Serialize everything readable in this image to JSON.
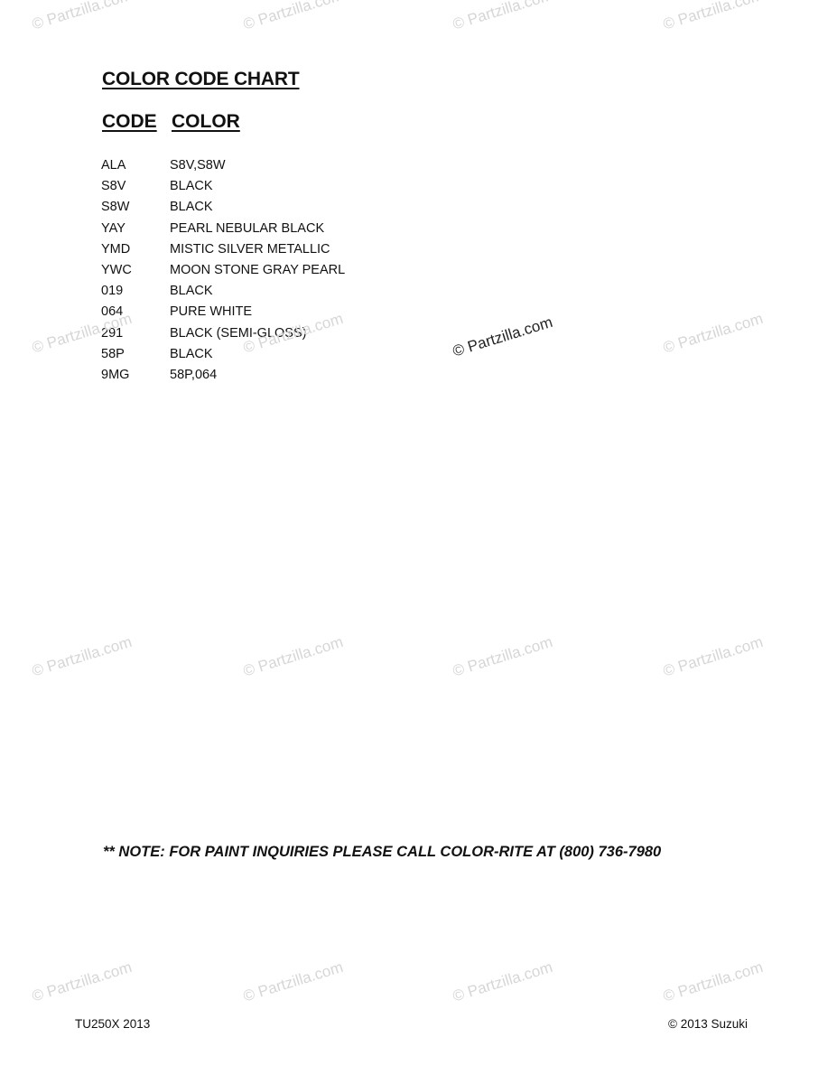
{
  "title": "COLOR CODE CHART",
  "headers": {
    "code": "CODE",
    "color": "COLOR"
  },
  "rows": [
    {
      "code": "ALA",
      "color": "S8V,S8W"
    },
    {
      "code": "S8V",
      "color": "BLACK"
    },
    {
      "code": "S8W",
      "color": "BLACK"
    },
    {
      "code": "YAY",
      "color": "PEARL NEBULAR BLACK"
    },
    {
      "code": "YMD",
      "color": "MISTIC SILVER METALLIC"
    },
    {
      "code": "YWC",
      "color": "MOON STONE GRAY PEARL"
    },
    {
      "code": "019",
      "color": "BLACK"
    },
    {
      "code": "064",
      "color": "PURE WHITE"
    },
    {
      "code": "291",
      "color": "BLACK (SEMI-GLOSS)"
    },
    {
      "code": "58P",
      "color": "BLACK"
    },
    {
      "code": "9MG",
      "color": "58P,064"
    }
  ],
  "note": "** NOTE: FOR PAINT INQUIRIES PLEASE CALL COLOR-RITE AT (800) 736-7980",
  "footer": {
    "model": "TU250X 2013",
    "copyright": "© 2013 Suzuki"
  },
  "watermark": "© Partzilla.com"
}
